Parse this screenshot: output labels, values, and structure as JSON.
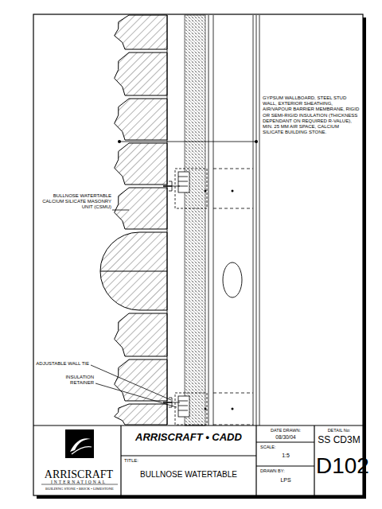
{
  "diagram": {
    "title": "BULLNOSE WATERTABLE",
    "labels": [
      "GYPSUM WALLBOARD, STEEL STUD WALL, EXTERIOR SHEATHING, AIR/VAPOUR BARRIER MEMBRANE, RIGID OR SEMI-RIGID INSULATION (THICKNESS DEPENDANT ON REQUIRED R-VALUE), MIN. 25 MM AIR SPACE, CALCIUM SILICATE BUILDING STONE.",
      "BULLNOSE WATERTABLE CALCIUM SILICATE MASONRY UNIT (CSMU)",
      "ADJUSTABLE WALL TIE",
      "INSULATION RETAINER",
      "ARRISCRAFT",
      "INTERNATIONAL",
      "BUILDING STONE • BRICK • LIMESTONE",
      "ARRISCRAFT • CADD",
      "TITLE:",
      "DATE DRAWN:",
      "08/30/04",
      "SCALE:",
      "1:5",
      "DRAWN BY:",
      "LPS",
      "DETAIL No:",
      "SS CD3M",
      "D102"
    ]
  }
}
